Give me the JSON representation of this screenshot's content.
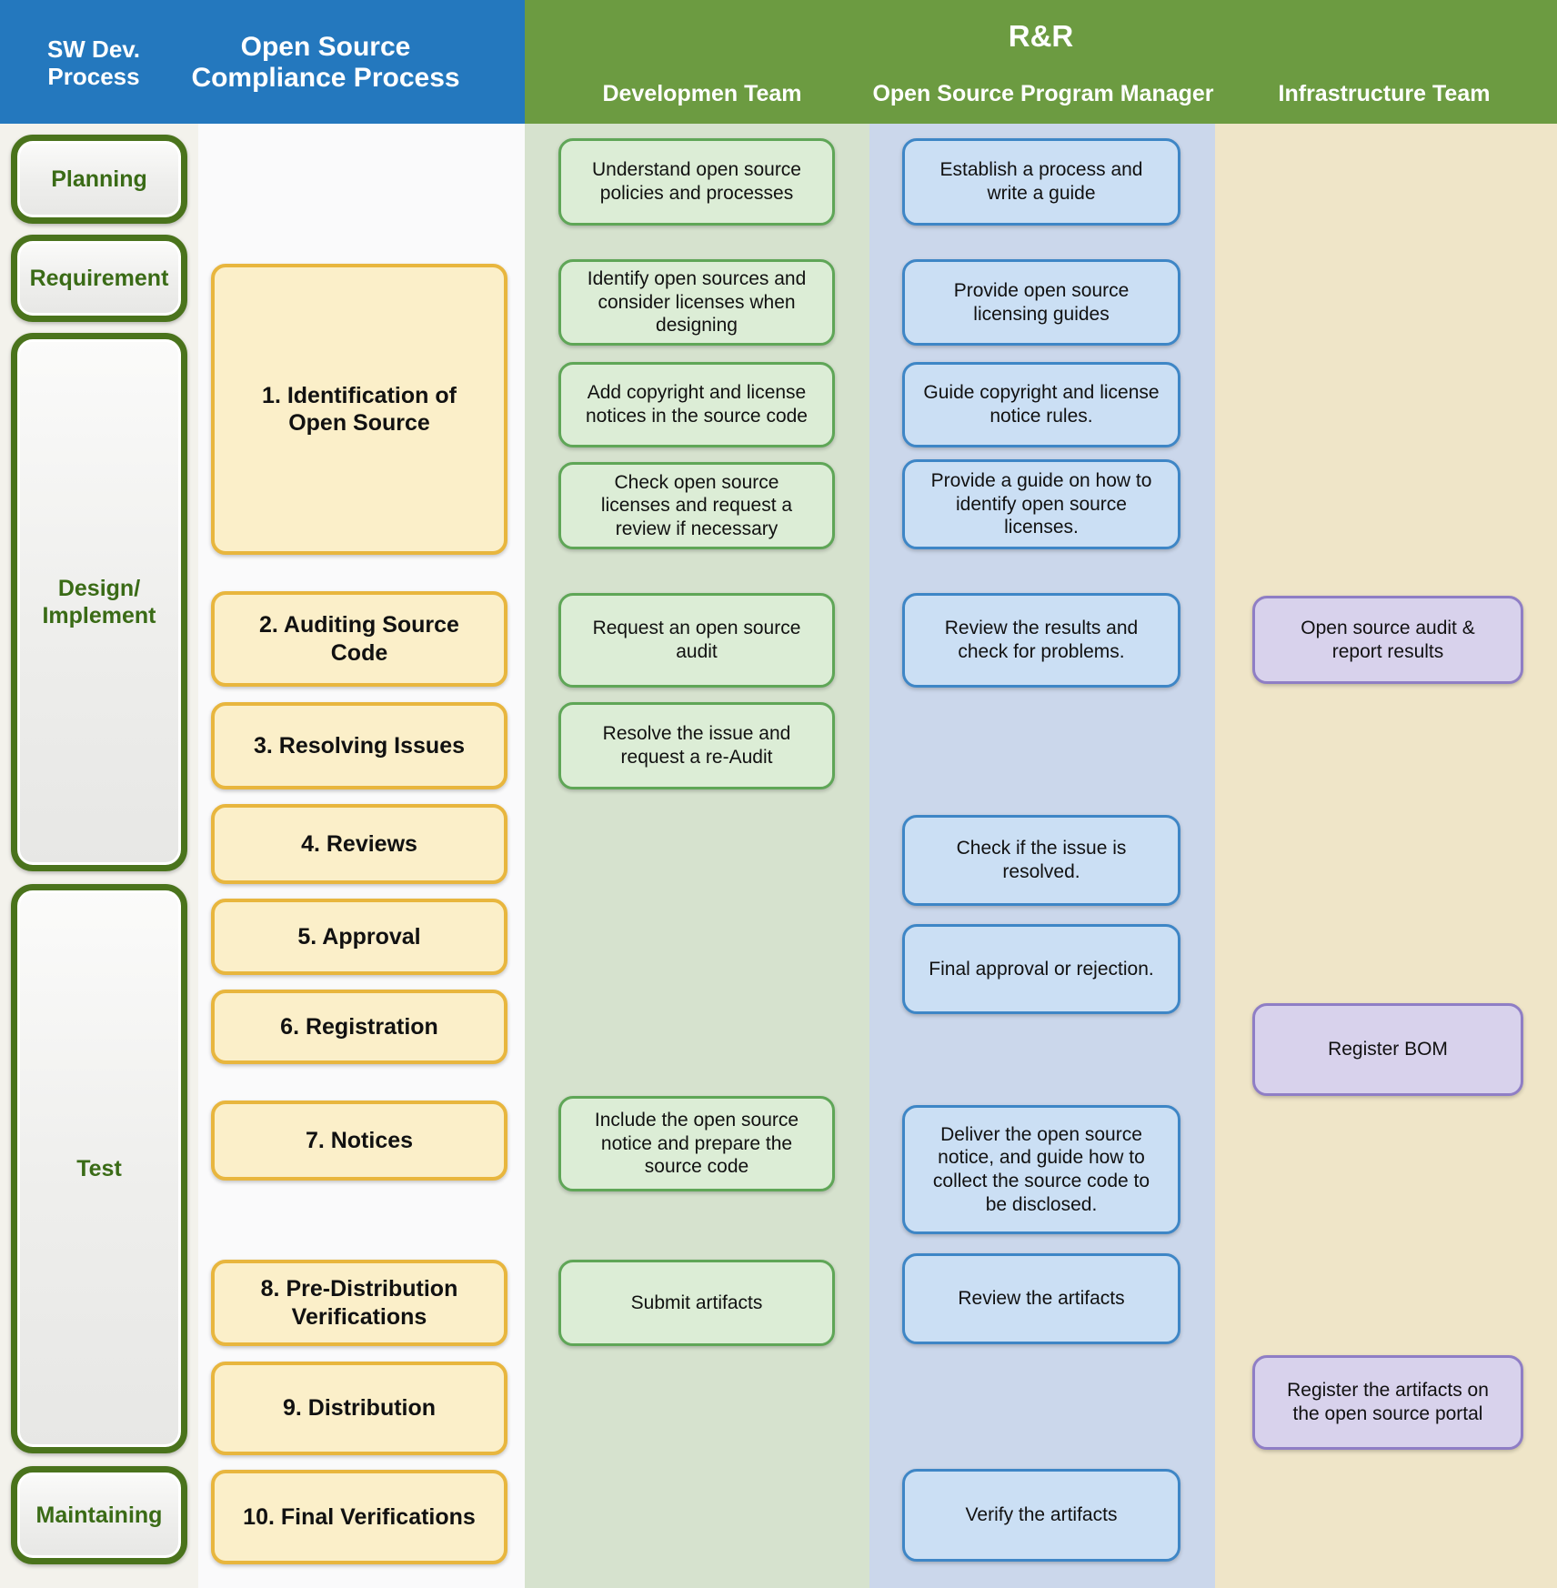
{
  "header": {
    "sw_dev": "SW Dev.\nProcess",
    "compliance": "Open Source\nCompliance Process",
    "rr": "R&R",
    "lanes": [
      {
        "label": "Developmen Team"
      },
      {
        "label": "Open Source Program Manager"
      },
      {
        "label": "Infrastructure Team"
      }
    ]
  },
  "stages": [
    {
      "label": "Planning"
    },
    {
      "label": "Requirement"
    },
    {
      "label": "Design/\nImplement"
    },
    {
      "label": "Test"
    },
    {
      "label": "Maintaining"
    }
  ],
  "compliance_steps": [
    {
      "label": "1. Identification of Open Source"
    },
    {
      "label": "2. Auditing Source Code"
    },
    {
      "label": "3. Resolving Issues"
    },
    {
      "label": "4. Reviews"
    },
    {
      "label": "5. Approval"
    },
    {
      "label": "6. Registration"
    },
    {
      "label": "7. Notices"
    },
    {
      "label": "8. Pre-Distribution Verifications"
    },
    {
      "label": "9. Distribution"
    },
    {
      "label": "10. Final Verifications"
    }
  ],
  "dev_tasks": [
    {
      "label": "Understand open source policies and processes"
    },
    {
      "label": "Identify open sources and consider licenses when designing"
    },
    {
      "label": "Add copyright and license notices in the source code"
    },
    {
      "label": "Check open source licenses and request a review if necessary"
    },
    {
      "label": "Request an open source audit"
    },
    {
      "label": "Resolve the issue and request a re-Audit"
    },
    {
      "label": "Include the open source notice and prepare the source code"
    },
    {
      "label": "Submit artifacts"
    }
  ],
  "ospm_tasks": [
    {
      "label": "Establish a process and write a guide"
    },
    {
      "label": "Provide open source licensing guides"
    },
    {
      "label": "Guide copyright and license notice rules."
    },
    {
      "label": "Provide a guide on how to identify open source licenses."
    },
    {
      "label": "Review the results and check for problems."
    },
    {
      "label": "Check if the issue is resolved."
    },
    {
      "label": "Final approval or rejection."
    },
    {
      "label": "Deliver the open source notice, and guide how to collect the source code to be disclosed."
    },
    {
      "label": "Review the artifacts"
    },
    {
      "label": "Verify the artifacts"
    }
  ],
  "infra_tasks": [
    {
      "label": "Open source audit & report results"
    },
    {
      "label": "Register BOM"
    },
    {
      "label": "Register the artifacts on the open source portal"
    }
  ],
  "colors": {
    "header_blue": "#2478BE",
    "header_green": "#6C9B41",
    "lane_swdev_bg": "#F3F2EC",
    "lane_compliance_bg": "#FAFAFB",
    "lane_dev_bg": "#D6E2CE",
    "lane_ospm_bg": "#CBD7EB",
    "lane_infra_bg": "#EFE5C8",
    "stage_border": "#4A731C",
    "stage_text": "#3A6B16",
    "step_border": "#E8B63E",
    "step_fill": "#FBEFC9",
    "dev_border": "#5FA657",
    "dev_fill": "#DCEDD6",
    "ospm_border": "#3E86C6",
    "ospm_fill": "#CBDFF4",
    "infra_border": "#8F7EC5",
    "infra_fill": "#D8D2EC"
  }
}
